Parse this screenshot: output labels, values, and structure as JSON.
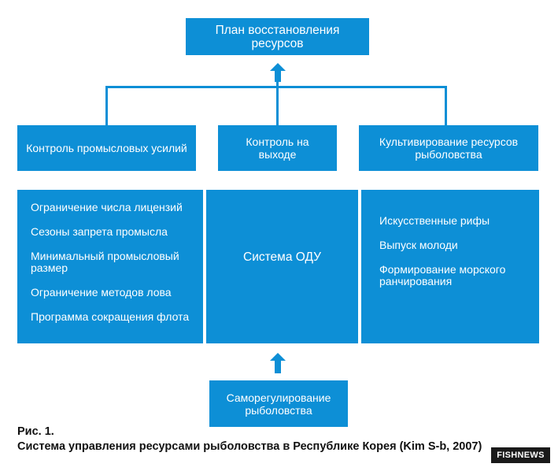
{
  "diagram": {
    "top_box": "План восстановления ресурсов",
    "categories": [
      "Контроль промысловых усилий",
      "Контроль на выходе",
      "Культивирование ресурсов рыболовства"
    ],
    "left_measures": [
      "Ограничение числа лицензий",
      "Сезоны запрета промысла",
      "Минимальный промысловый размер",
      "Ограничение методов лова",
      "Программа сокращения флота"
    ],
    "center_measure": "Система ОДУ",
    "right_measures": [
      "Искусственные рифы",
      "Выпуск молоди",
      "Формирование морского ранчирования"
    ],
    "bottom_box": "Саморегулирование рыболовства",
    "box_color": "#0d8fd6"
  },
  "caption": {
    "label": "Рис. 1.",
    "text": "Система управления ресурсами рыболовства в Республике Корея (Kim S-b, 2007)"
  },
  "badge": {
    "text": "FISHNEWS"
  }
}
